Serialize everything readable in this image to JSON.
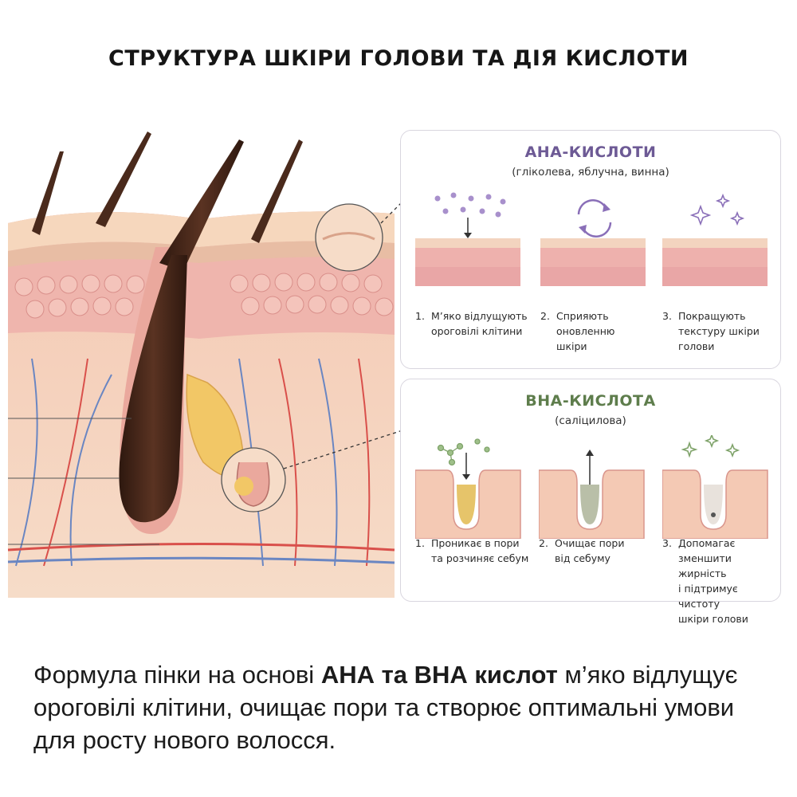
{
  "title": "СТРУКТУРА ШКІРИ ГОЛОВИ ТА ДІЯ КИСЛОТИ",
  "aha": {
    "title": "АНА-КИСЛОТИ",
    "subtitle": "(гліколева, яблучна, винна)",
    "steps": [
      {
        "num": "1.",
        "text": "М’яко відлущують\nороговілі клітини"
      },
      {
        "num": "2.",
        "text": "Сприяють\nоновленню\nшкіри"
      },
      {
        "num": "3.",
        "text": "Покращують\nтекстуру шкіри\nголови"
      }
    ]
  },
  "bha": {
    "title": "ВНА-КИСЛОТА",
    "subtitle": "(саліцилова)",
    "steps": [
      {
        "num": "1.",
        "text": "Проникає в пори\nта розчиняє себум"
      },
      {
        "num": "2.",
        "text": "Очищає пори\nвід себуму"
      },
      {
        "num": "3.",
        "text": "Допомагає\nзменшити жирність\nі підтримує чистоту\nшкіри голови"
      }
    ]
  },
  "description": {
    "part1": "Формула пінки на основі ",
    "bold": "АНА та ВНА кислот",
    "part2": " м’яко відлущує ороговілі клітини, очищає пори та створює оптимальні умови для росту нового волосся."
  },
  "colors": {
    "aha_accent": "#6d5a95",
    "bha_accent": "#5e7d4c",
    "skin_light": "#f6d9c4",
    "skin_pink": "#eeb1ad",
    "hair": "#4a2a1c",
    "sebaceous": "#f2c766"
  }
}
